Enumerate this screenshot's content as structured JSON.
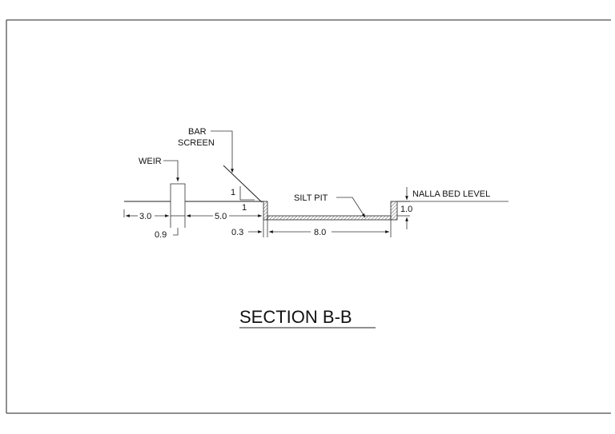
{
  "labels": {
    "bar_screen_line1": "BAR",
    "bar_screen_line2": "SCREEN",
    "weir": "WEIR",
    "silt_pit": "SILT PIT",
    "nalla_bed_level": "NALLA BED LEVEL",
    "slope_vertical": "1",
    "slope_horizontal": "1"
  },
  "dimensions": {
    "left_approach": "3.0",
    "weir_to_screen": "5.0",
    "weir_width": "0.9",
    "screen_wall": "0.3",
    "pit_length": "8.0",
    "pit_depth": "1.0"
  },
  "title": "SECTION B-B"
}
